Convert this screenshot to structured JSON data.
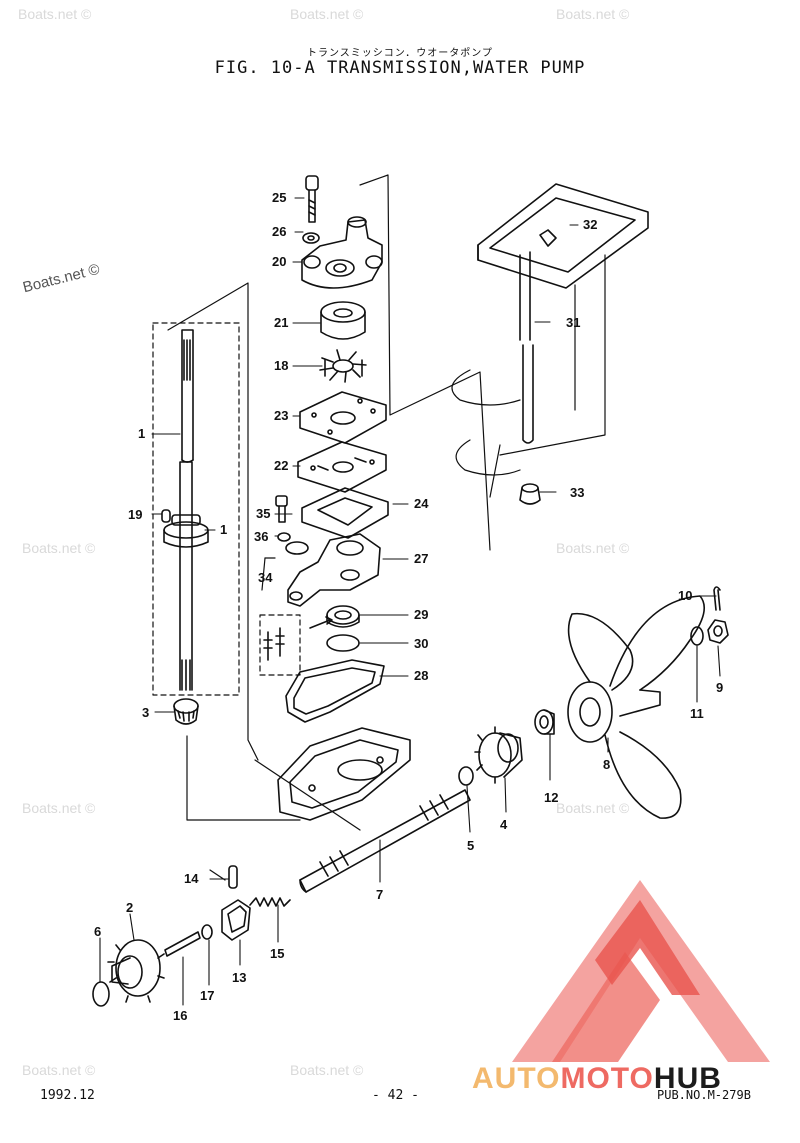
{
  "header": {
    "jp_title": "トランスミッシコン．ウオータポンプ",
    "title": "FIG. 10-A TRANSMISSION,WATER PUMP"
  },
  "watermark": "Boats.net ©",
  "brand": {
    "part1": "AUTO",
    "part2": "MOTO",
    "part3": "HUB",
    "colors": {
      "auto": "#f3b96e",
      "moto": "#ee6a62",
      "hub": "#1c1c1c"
    }
  },
  "callouts": [
    {
      "id": "25",
      "text": "25"
    },
    {
      "id": "26",
      "text": "26"
    },
    {
      "id": "20",
      "text": "20"
    },
    {
      "id": "21",
      "text": "21"
    },
    {
      "id": "18",
      "text": "18"
    },
    {
      "id": "23",
      "text": "23"
    },
    {
      "id": "22",
      "text": "22"
    },
    {
      "id": "24",
      "text": "24"
    },
    {
      "id": "35",
      "text": "35"
    },
    {
      "id": "36",
      "text": "36"
    },
    {
      "id": "34",
      "text": "34"
    },
    {
      "id": "27",
      "text": "27"
    },
    {
      "id": "29",
      "text": "29"
    },
    {
      "id": "30",
      "text": "30"
    },
    {
      "id": "28",
      "text": "28"
    },
    {
      "id": "32",
      "text": "32"
    },
    {
      "id": "31",
      "text": "31"
    },
    {
      "id": "33",
      "text": "33"
    },
    {
      "id": "1a",
      "text": "1"
    },
    {
      "id": "19",
      "text": "19"
    },
    {
      "id": "1b",
      "text": "1"
    },
    {
      "id": "3",
      "text": "3"
    },
    {
      "id": "10",
      "text": "10"
    },
    {
      "id": "9",
      "text": "9"
    },
    {
      "id": "11",
      "text": "11"
    },
    {
      "id": "8",
      "text": "8"
    },
    {
      "id": "12",
      "text": "12"
    },
    {
      "id": "4",
      "text": "4"
    },
    {
      "id": "5",
      "text": "5"
    },
    {
      "id": "7",
      "text": "7"
    },
    {
      "id": "14",
      "text": "14"
    },
    {
      "id": "2",
      "text": "2"
    },
    {
      "id": "6",
      "text": "6"
    },
    {
      "id": "15",
      "text": "15"
    },
    {
      "id": "13",
      "text": "13"
    },
    {
      "id": "17",
      "text": "17"
    },
    {
      "id": "16",
      "text": "16"
    }
  ],
  "footer": {
    "date": "1992.12",
    "page": "- 42 -",
    "pub": "PUB.NO.M-279B"
  }
}
